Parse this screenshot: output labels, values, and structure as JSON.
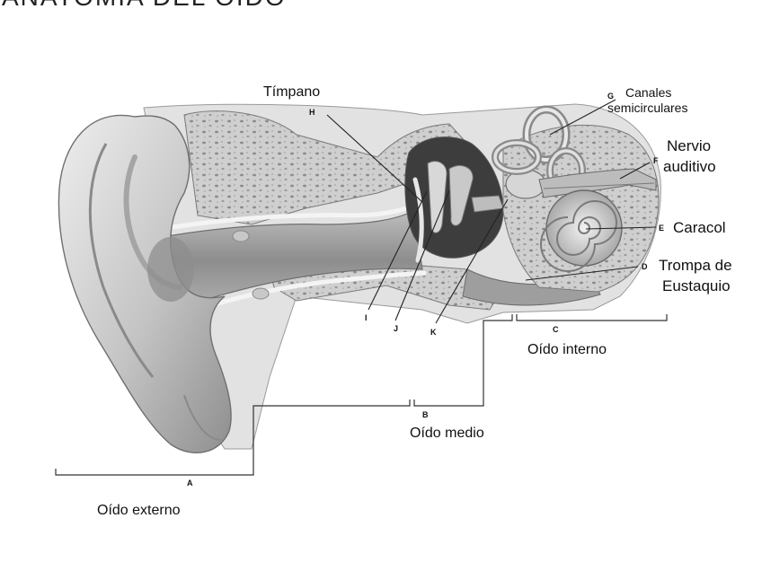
{
  "header_fragment": "ANATOMÍA DEL OÍDO",
  "labels": {
    "tympanum": "Tímpano",
    "canals": [
      "Canales",
      "semicirculares"
    ],
    "nerve": [
      "Nervio",
      "auditivo"
    ],
    "cochlea": "Caracol",
    "eustachian": [
      "Trompa de",
      "Eustaquio"
    ],
    "outer": "Oído externo",
    "middle": "Oído medio",
    "inner": "Oído interno"
  },
  "letters": {
    "A": "A",
    "B": "B",
    "C": "C",
    "D": "D",
    "E": "E",
    "F": "F",
    "G": "G",
    "H": "H",
    "I": "I",
    "J": "J",
    "K": "K"
  },
  "colors": {
    "skin": "#d9d9d9",
    "skin_dark": "#9e9e9e",
    "bone": "#c7c7c7",
    "bone_pore": "#8a8a8a",
    "cavity": "#3d3d3d",
    "ink": "#111111"
  }
}
